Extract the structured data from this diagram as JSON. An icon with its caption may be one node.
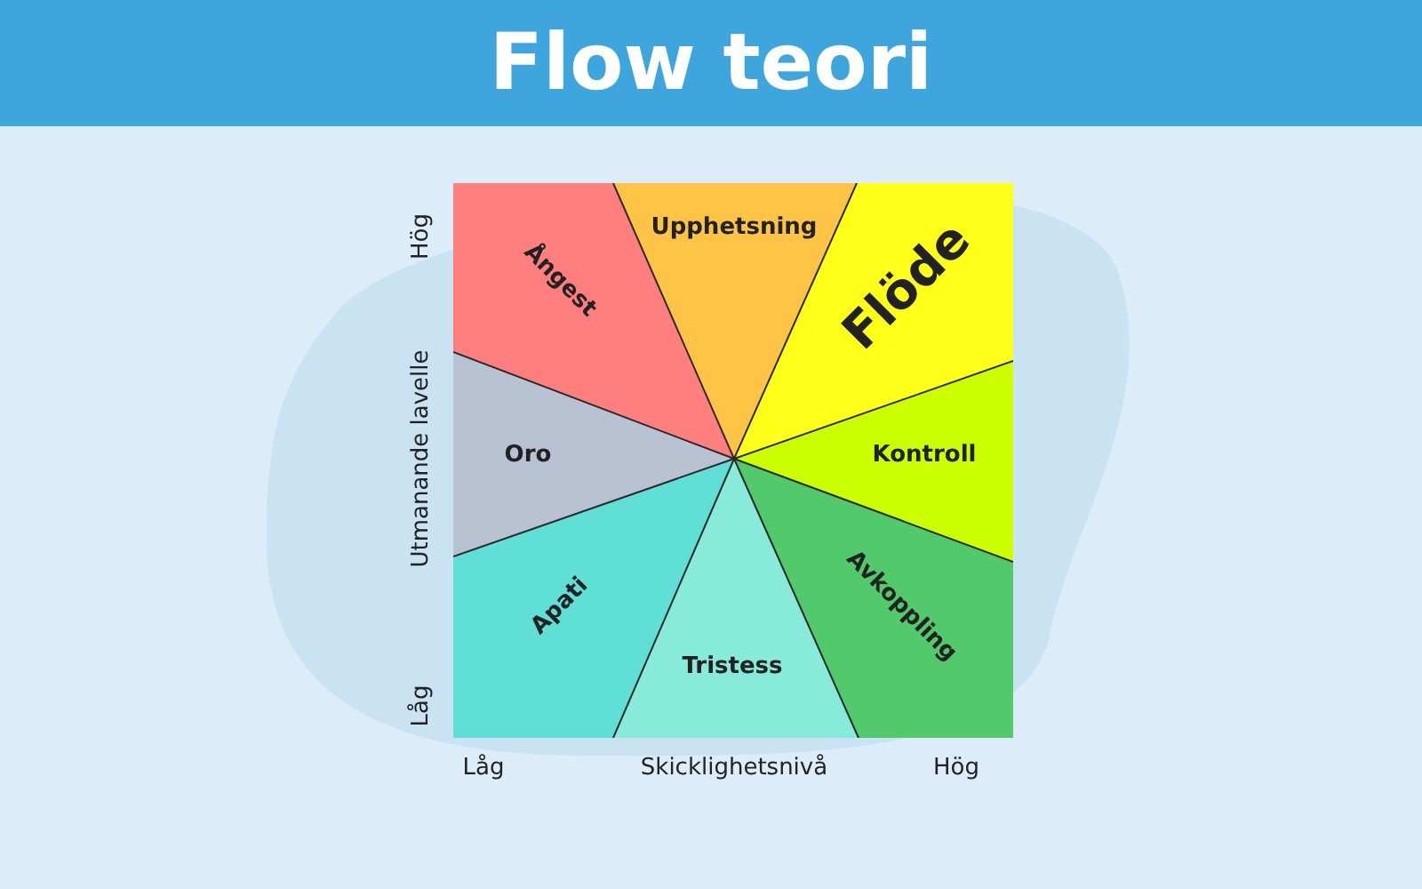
{
  "diagram": {
    "title": "Flow teori",
    "nodes": [
      {
        "text": [
          "Ångest"
        ]
      },
      {
        "text": [
          "Upphetsning"
        ]
      },
      {
        "text": [
          "Flöde"
        ]
      },
      {
        "text": [
          "Oro"
        ]
      },
      {
        "text": [
          "Kontroll"
        ]
      },
      {
        "text": [
          "Apati"
        ]
      },
      {
        "text": [
          "Tristess"
        ]
      },
      {
        "text": [
          "Avkoppling"
        ]
      }
    ],
    "labels": [
      "Hög",
      "Utmanande lavelle",
      "Låg",
      "Låg",
      "Skicklighetsnivå",
      "Hög"
    ]
  }
}
